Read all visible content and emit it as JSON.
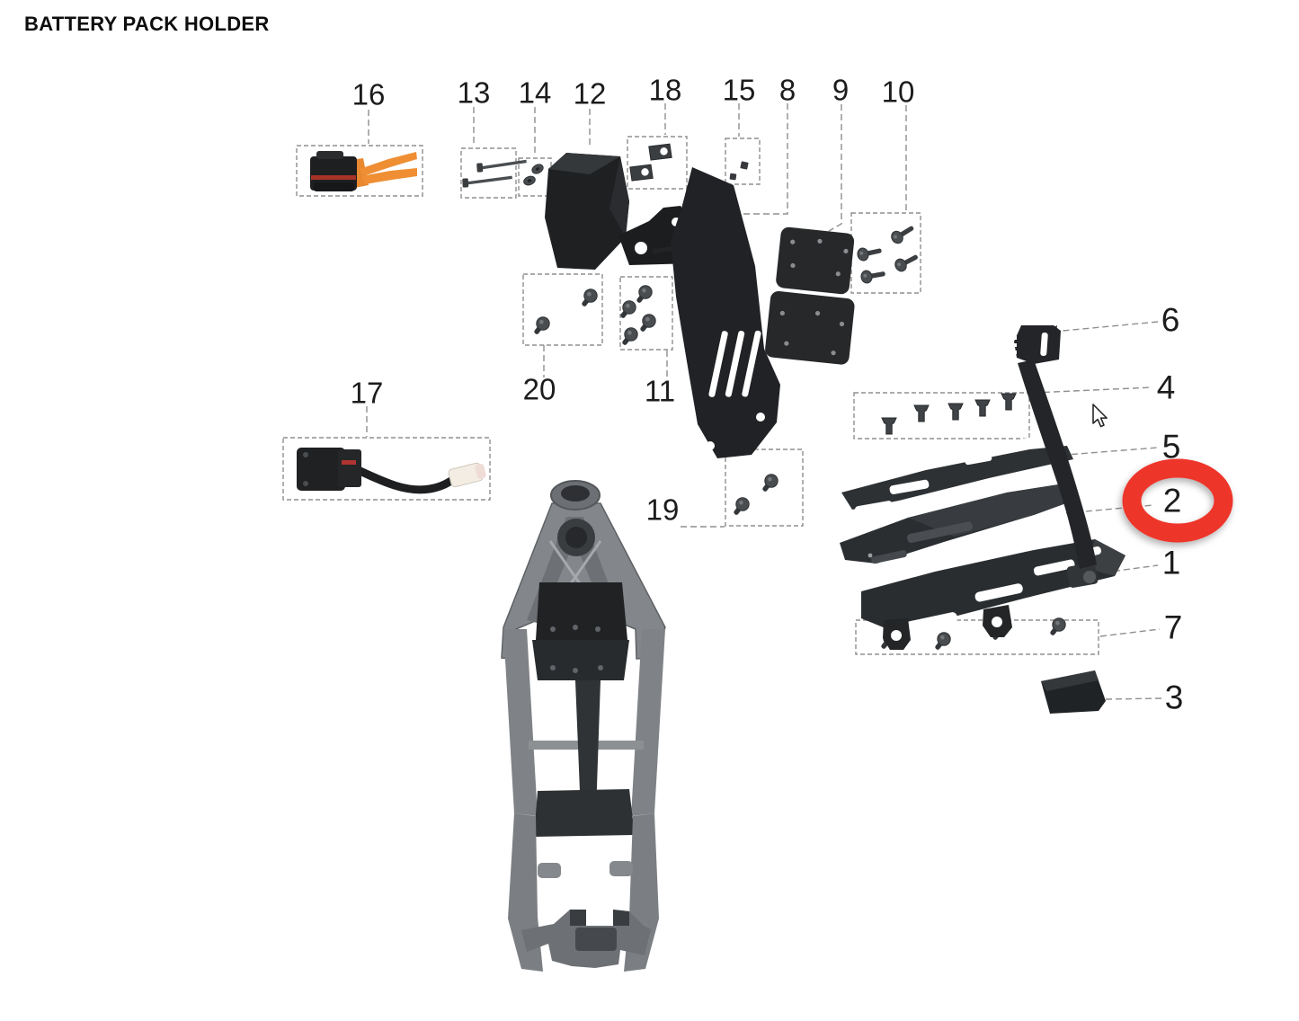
{
  "title": "BATTERY PACK HOLDER",
  "diagram": {
    "colors": {
      "highlight": "#ee352c",
      "cable_orange": "#ef8e33",
      "part_dark": "#202225",
      "frame_gray": "#83868a"
    },
    "callouts": [
      {
        "num": "1"
      },
      {
        "num": "2"
      },
      {
        "num": "3"
      },
      {
        "num": "4"
      },
      {
        "num": "5"
      },
      {
        "num": "6"
      },
      {
        "num": "7"
      },
      {
        "num": "8"
      },
      {
        "num": "9"
      },
      {
        "num": "10"
      },
      {
        "num": "11"
      },
      {
        "num": "12"
      },
      {
        "num": "13"
      },
      {
        "num": "14"
      },
      {
        "num": "15"
      },
      {
        "num": "16"
      },
      {
        "num": "17"
      },
      {
        "num": "18"
      },
      {
        "num": "19"
      },
      {
        "num": "20"
      }
    ]
  }
}
